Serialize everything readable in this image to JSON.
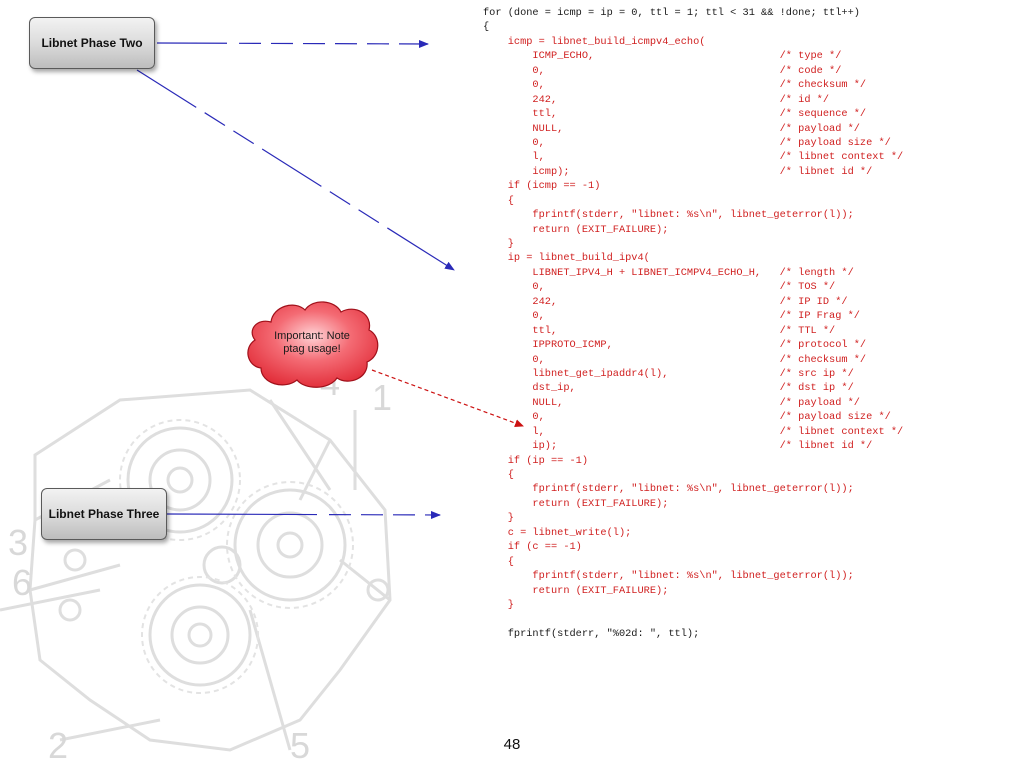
{
  "labels": {
    "phase_two": "Libnet Phase Two",
    "phase_three": "Libnet Phase Three",
    "callout": "Important: Note\nptag usage!"
  },
  "page_number": "48",
  "colors": {
    "code_text": "#1a1a1a",
    "code_highlight": "#d02020",
    "arrow_blue": "#2a2ab8",
    "arrow_red": "#cc1111",
    "cloud_fill": "#f04a55"
  },
  "code_lines": [
    {
      "text": "for (done = icmp = ip = 0, ttl = 1; ttl < 31 && !done; ttl++)",
      "color": "black"
    },
    {
      "text": "{",
      "color": "black"
    },
    {
      "text": "    icmp = libnet_build_icmpv4_echo(",
      "color": "red"
    },
    {
      "text": "        ICMP_ECHO,                              /* type */",
      "color": "red"
    },
    {
      "text": "        0,                                      /* code */",
      "color": "red"
    },
    {
      "text": "        0,                                      /* checksum */",
      "color": "red"
    },
    {
      "text": "        242,                                    /* id */",
      "color": "red"
    },
    {
      "text": "        ttl,                                    /* sequence */",
      "color": "red"
    },
    {
      "text": "        NULL,                                   /* payload */",
      "color": "red"
    },
    {
      "text": "        0,                                      /* payload size */",
      "color": "red"
    },
    {
      "text": "        l,                                      /* libnet context */",
      "color": "red"
    },
    {
      "text": "        icmp);                                  /* libnet id */",
      "color": "red"
    },
    {
      "text": "    if (icmp == -1)",
      "color": "red"
    },
    {
      "text": "    {",
      "color": "red"
    },
    {
      "text": "        fprintf(stderr, \"libnet: %s\\n\", libnet_geterror(l));",
      "color": "red"
    },
    {
      "text": "        return (EXIT_FAILURE);",
      "color": "red"
    },
    {
      "text": "    }",
      "color": "red"
    },
    {
      "text": "    ip = libnet_build_ipv4(",
      "color": "red"
    },
    {
      "text": "        LIBNET_IPV4_H + LIBNET_ICMPV4_ECHO_H,   /* length */",
      "color": "red"
    },
    {
      "text": "        0,                                      /* TOS */",
      "color": "red"
    },
    {
      "text": "        242,                                    /* IP ID */",
      "color": "red"
    },
    {
      "text": "        0,                                      /* IP Frag */",
      "color": "red"
    },
    {
      "text": "        ttl,                                    /* TTL */",
      "color": "red"
    },
    {
      "text": "        IPPROTO_ICMP,                           /* protocol */",
      "color": "red"
    },
    {
      "text": "        0,                                      /* checksum */",
      "color": "red"
    },
    {
      "text": "        libnet_get_ipaddr4(l),                  /* src ip */",
      "color": "red"
    },
    {
      "text": "        dst_ip,                                 /* dst ip */",
      "color": "red"
    },
    {
      "text": "        NULL,                                   /* payload */",
      "color": "red"
    },
    {
      "text": "        0,                                      /* payload size */",
      "color": "red"
    },
    {
      "text": "        l,                                      /* libnet context */",
      "color": "red"
    },
    {
      "text": "        ip);                                    /* libnet id */",
      "color": "red"
    },
    {
      "text": "    if (ip == -1)",
      "color": "red"
    },
    {
      "text": "    {",
      "color": "red"
    },
    {
      "text": "        fprintf(stderr, \"libnet: %s\\n\", libnet_geterror(l));",
      "color": "red"
    },
    {
      "text": "        return (EXIT_FAILURE);",
      "color": "red"
    },
    {
      "text": "    }",
      "color": "red"
    },
    {
      "text": "    c = libnet_write(l);",
      "color": "red"
    },
    {
      "text": "    if (c == -1)",
      "color": "red"
    },
    {
      "text": "    {",
      "color": "red"
    },
    {
      "text": "        fprintf(stderr, \"libnet: %s\\n\", libnet_geterror(l));",
      "color": "red"
    },
    {
      "text": "        return (EXIT_FAILURE);",
      "color": "red"
    },
    {
      "text": "    }",
      "color": "red"
    },
    {
      "text": "",
      "color": "black"
    },
    {
      "text": "    fprintf(stderr, \"%02d: \", ttl);",
      "color": "black"
    }
  ]
}
